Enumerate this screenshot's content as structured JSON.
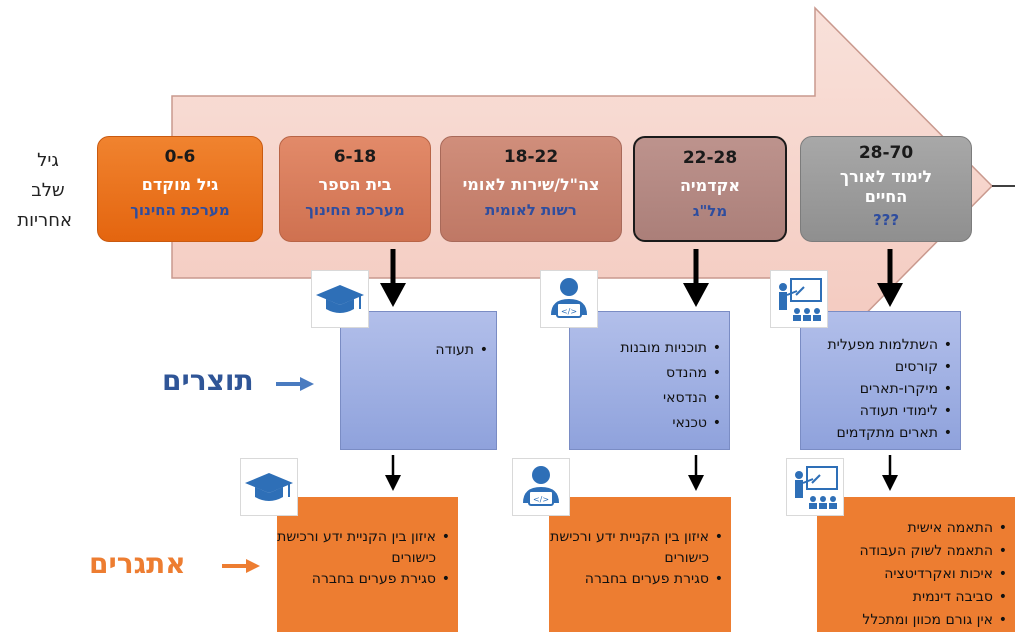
{
  "row_labels": [
    "גיל",
    "שלב",
    "אחריות"
  ],
  "stages": [
    {
      "age": "28-70",
      "name": "לימוד לאורך החיים",
      "authority": "???"
    },
    {
      "age": "22-28",
      "name": "אקדמיה",
      "authority": "מל\"ג"
    },
    {
      "age": "18-22",
      "name": "צה\"ל/שירות לאומי",
      "authority": "רשות לאומית"
    },
    {
      "age": "6-18",
      "name": "בית הספר",
      "authority": "מערכת החינוך"
    },
    {
      "age": "0-6",
      "name": "גיל מוקדם",
      "authority": "מערכת החינוך"
    }
  ],
  "outputs_label": "תוצרים",
  "challenges_label": "אתגרים",
  "products": {
    "school": [
      "תעודה"
    ],
    "academia": [
      "תוכניות מובנות",
      "מהנדס",
      "הנדסאי",
      "טכנאי"
    ],
    "lifelong": [
      "השתלמות מפעלית",
      "קורסים",
      "מיקרו-תארים",
      "לימודי תעודה",
      "תארים מתקדמים"
    ]
  },
  "challenges": {
    "school": [
      "איזון בין הקניית ידע ורכישת כישורים",
      "סגירת פערים בחברה"
    ],
    "academia": [
      "איזון בין הקניית ידע ורכישת כישורים",
      "סגירת פערים בחברה"
    ],
    "lifelong": [
      "התאמה אישית",
      "התאמה לשוק העבודה",
      "איכות ואקרדיטציה",
      "סביבה דינמית",
      "אין גורם מכוון ומתכלל"
    ]
  },
  "icons": {
    "school": "graduation-cap-icon",
    "academia": "developer-laptop-icon",
    "lifelong": "teacher-presentation-icon"
  },
  "colors": {
    "arrow_fill": "#f6d4cc",
    "arrow_stroke": "#c9998e",
    "stage_0_6": "#ec7222",
    "stage_6_18": "#d97c5c",
    "stage_18_22": "#c7826f",
    "stage_22_28": "#b58782",
    "stage_28_70": "#9e9e9e",
    "products": "#a3b3e4",
    "challenges": "#ed7d31",
    "outputs_text": "#2f5597",
    "challenges_text": "#ed7d31"
  }
}
